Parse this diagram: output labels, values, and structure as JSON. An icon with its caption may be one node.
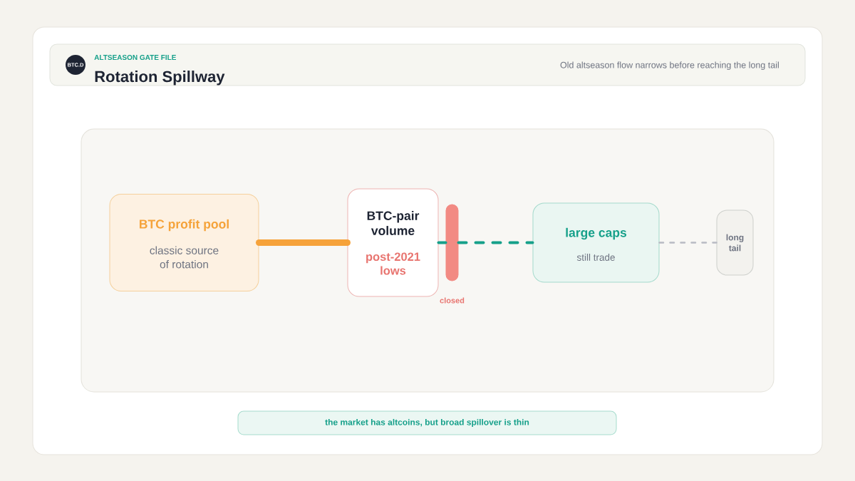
{
  "diagram": {
    "title": "Rotation Spillway",
    "caption": "the market has altcoins, but broad spillover is thin",
    "nodes": [
      {
        "text": [
          "BTC profit pool",
          "classic source of rotation"
        ]
      },
      {
        "text": [
          "BTC-pair volume",
          "post-2021 lows"
        ]
      },
      {
        "text": [],
        "shape": "bar"
      },
      {
        "text": [
          "large caps",
          "still trade"
        ]
      },
      {
        "text": [
          "long tail"
        ]
      }
    ],
    "edges": [
      {
        "from": 0,
        "to": 1,
        "arrow": "none",
        "style": "thick",
        "color": "#f6a23a"
      },
      {
        "from": 1,
        "to": 2,
        "arrow": "none",
        "style": "dashed",
        "color": "#16a08a"
      },
      {
        "from": 2,
        "to": 3,
        "arrow": "none",
        "style": "dashed",
        "color": "#16a08a"
      },
      {
        "from": 3,
        "to": 4,
        "arrow": "none",
        "style": "dashed",
        "color": "#b8bbc3"
      }
    ],
    "labels": [
      "BTC.D",
      "ALTSEASON GATE FILE",
      "Old altseason flow narrows before reaching the long tail",
      "closed"
    ]
  }
}
